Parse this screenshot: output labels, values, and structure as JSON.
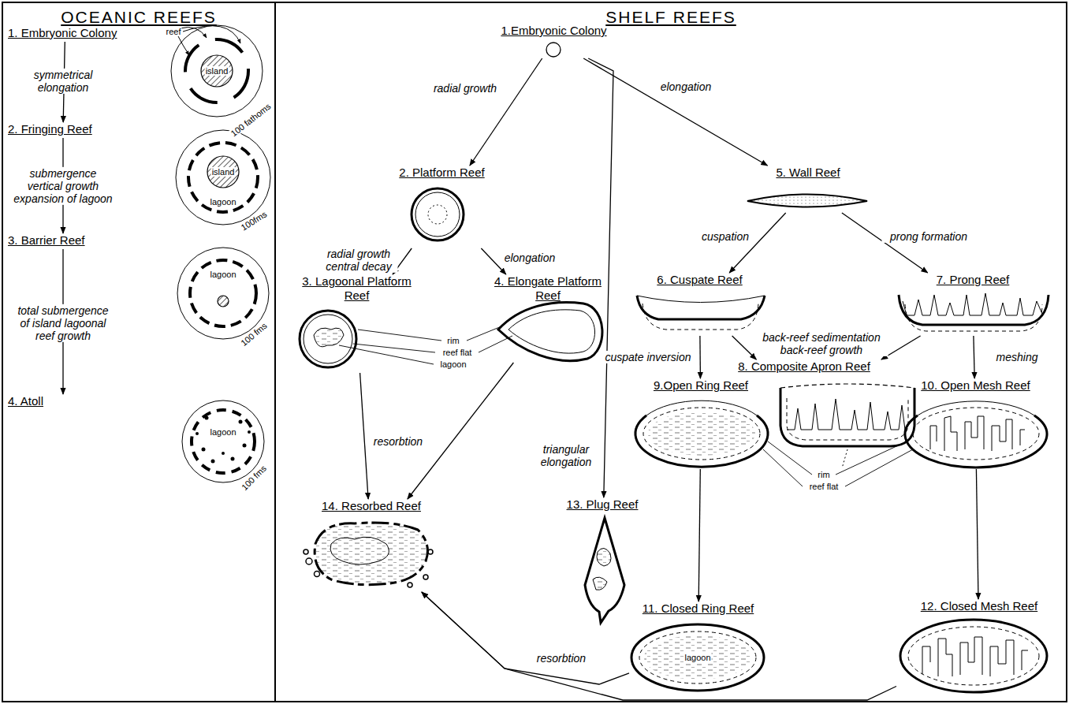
{
  "diagram": {
    "nodes": [
      {
        "text": [
          "OCEANIC REEFS"
        ]
      },
      {
        "text": [
          "1. Embryonic Colony"
        ],
        "in": 0
      },
      {
        "text": [
          "2. Fringing Reef"
        ],
        "in": 0
      },
      {
        "text": [
          "3. Barrier Reef"
        ],
        "in": 0
      },
      {
        "text": [
          "4. Atoll"
        ],
        "in": 0
      },
      {
        "text": [
          "SHELF REEFS"
        ]
      },
      {
        "text": [
          "1.Embryonic Colony"
        ],
        "in": 5
      },
      {
        "text": [
          "2. Platform Reef"
        ],
        "in": 5
      },
      {
        "text": [
          "3. Lagoonal Platform Reef"
        ],
        "in": 5
      },
      {
        "text": [
          "4. Elongate Platform Reef"
        ],
        "in": 5
      },
      {
        "text": [
          "5. Wall Reef"
        ],
        "in": 5
      },
      {
        "text": [
          "6. Cuspate Reef"
        ],
        "in": 5
      },
      {
        "text": [
          "7. Prong Reef"
        ],
        "in": 5
      },
      {
        "text": [
          "8. Composite Apron Reef"
        ],
        "in": 5
      },
      {
        "text": [
          "9.Open Ring Reef"
        ],
        "in": 5
      },
      {
        "text": [
          "10. Open Mesh Reef"
        ],
        "in": 5
      },
      {
        "text": [
          "11. Closed Ring Reef"
        ],
        "in": 5
      },
      {
        "text": [
          "12. Closed Mesh Reef"
        ],
        "in": 5
      },
      {
        "text": [
          "13. Plug Reef"
        ],
        "in": 5
      },
      {
        "text": [
          "14. Resorbed Reef"
        ],
        "in": 5
      }
    ],
    "edges": [
      {
        "from": 1,
        "to": 2,
        "arrow": "to",
        "label": "symmetrical elongation"
      },
      {
        "from": 2,
        "to": 3,
        "arrow": "to",
        "label": "submergence vertical growth expansion of lagoon"
      },
      {
        "from": 3,
        "to": 4,
        "arrow": "to",
        "label": "total submergence of island lagoonal reef growth"
      },
      {
        "from": 6,
        "to": 7,
        "arrow": "to",
        "label": "radial growth"
      },
      {
        "from": 6,
        "to": 10,
        "arrow": "to",
        "label": "elongation"
      },
      {
        "from": 6,
        "to": 18,
        "arrow": "to",
        "label": "triangular elongation"
      },
      {
        "from": 7,
        "to": 8,
        "arrow": "to",
        "label": "radial growth central decay"
      },
      {
        "from": 7,
        "to": 9,
        "arrow": "to",
        "label": "elongation"
      },
      {
        "from": 10,
        "to": 11,
        "arrow": "to",
        "label": "cuspation"
      },
      {
        "from": 10,
        "to": 12,
        "arrow": "to",
        "label": "prong formation"
      },
      {
        "from": 11,
        "to": 13,
        "arrow": "to",
        "label": "back-reef sedimentation back-reef growth"
      },
      {
        "from": 12,
        "to": 13,
        "arrow": "to"
      },
      {
        "from": 11,
        "to": 14,
        "arrow": "to",
        "label": "cuspate inversion"
      },
      {
        "from": 12,
        "to": 15,
        "arrow": "to",
        "label": "meshing"
      },
      {
        "from": 14,
        "to": 16,
        "arrow": "to"
      },
      {
        "from": 15,
        "to": 17,
        "arrow": "to"
      },
      {
        "from": 8,
        "to": 19,
        "arrow": "to",
        "label": "resorbtion"
      },
      {
        "from": 9,
        "to": 19,
        "arrow": "to"
      },
      {
        "from": 16,
        "to": 19,
        "arrow": "to",
        "label": "resorbtion"
      },
      {
        "from": 17,
        "to": 19,
        "arrow": "to"
      }
    ],
    "labels": [
      "reef",
      "island",
      "100 fathoms",
      "island",
      "lagoon",
      "100fms",
      "lagoon",
      "100 fms",
      "lagoon",
      "100 fms",
      "rim",
      "reef flat",
      "lagoon",
      "rim",
      "reef flat",
      "lagoon"
    ]
  }
}
